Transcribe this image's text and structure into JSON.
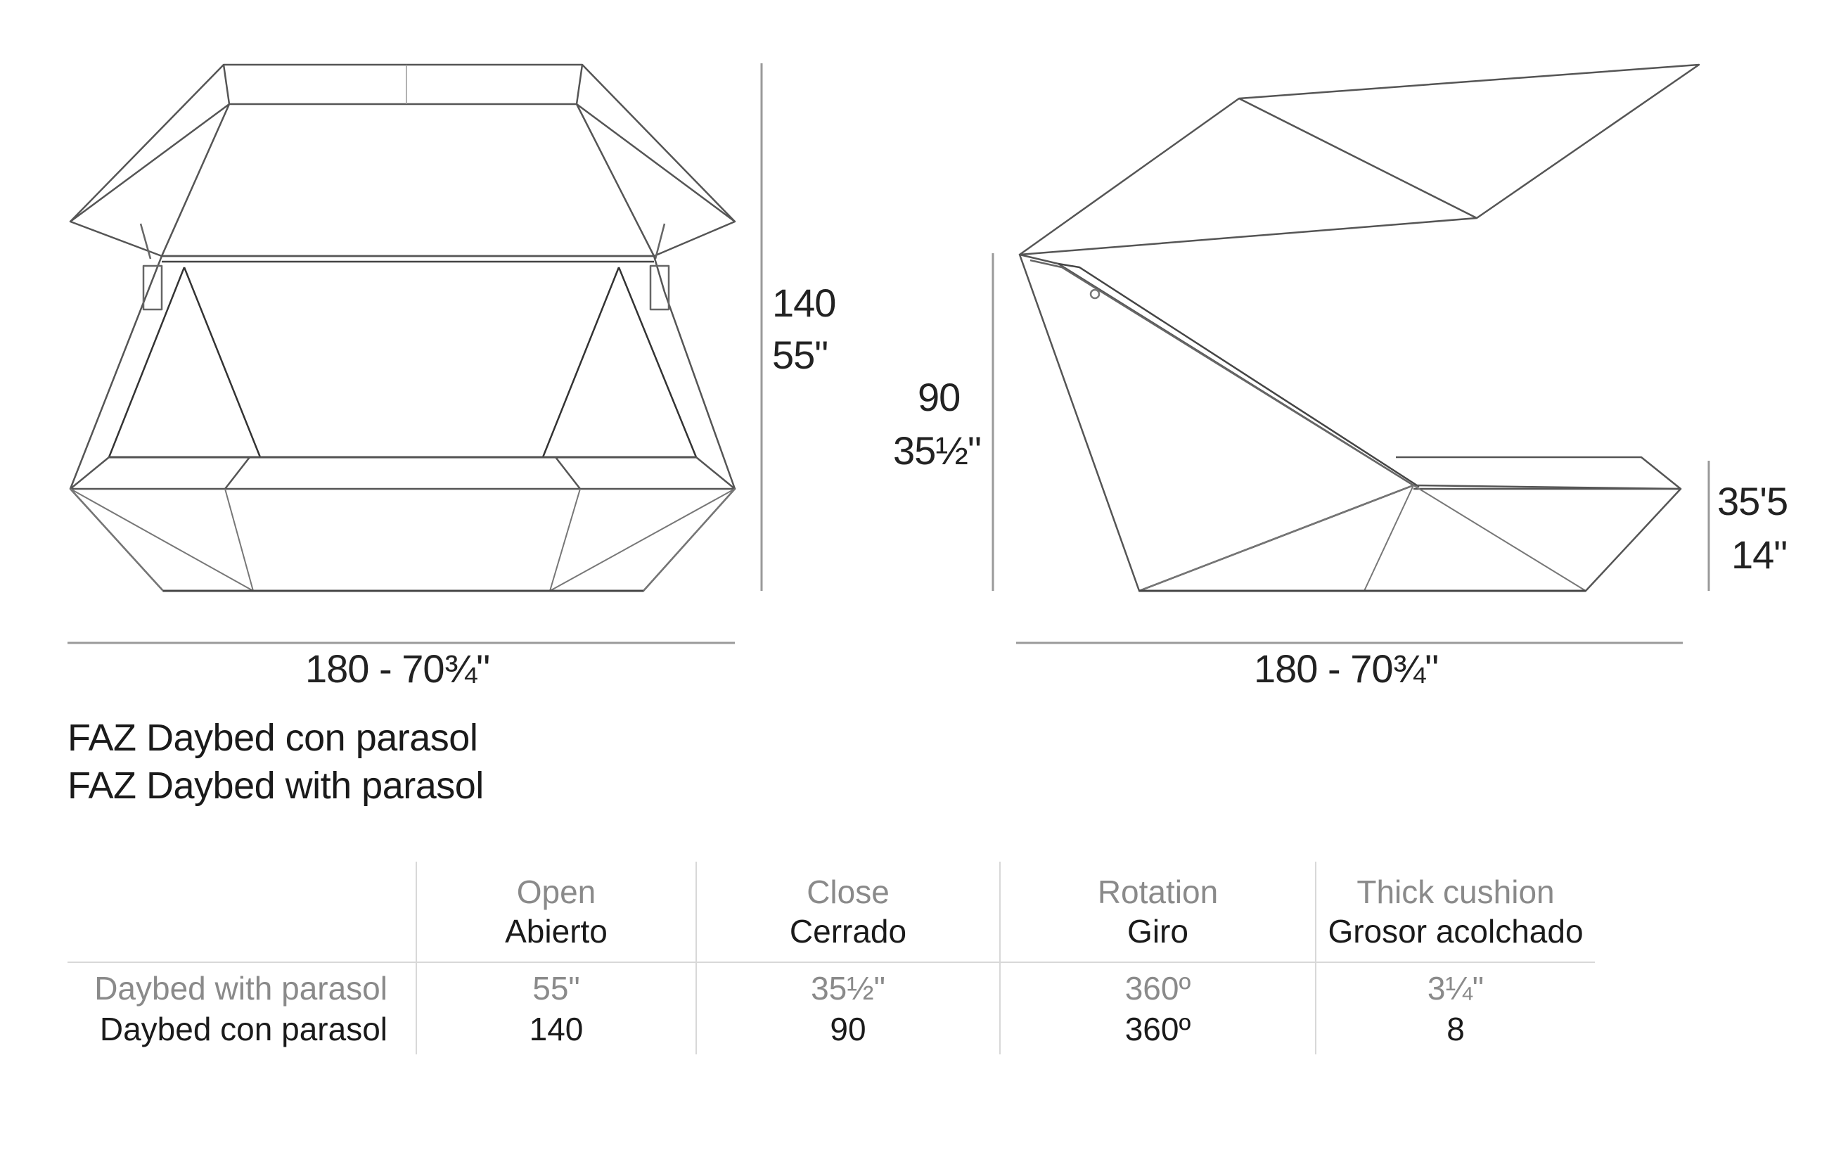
{
  "front_view": {
    "height_cm": "140",
    "height_in": "55\"",
    "width": "180 - 70¾\""
  },
  "side_view": {
    "height_cm": "90",
    "height_in": "35½\"",
    "seat_cm": "35'5",
    "seat_in": "14\"",
    "width": "180 - 70¾\""
  },
  "title": {
    "es": "FAZ Daybed con parasol",
    "en": "FAZ Daybed with parasol"
  },
  "table": {
    "headers": [
      {
        "en": "Open",
        "es": "Abierto"
      },
      {
        "en": "Close",
        "es": "Cerrado"
      },
      {
        "en": "Rotation",
        "es": "Giro"
      },
      {
        "en": "Thick cushion",
        "es": "Grosor acolchado"
      }
    ],
    "rows": [
      {
        "label_en": "Daybed with parasol",
        "label_es": "Daybed con parasol",
        "values_in": [
          "55\"",
          "35½\"",
          "360º",
          "3¼\""
        ],
        "values_cm": [
          "140",
          "90",
          "360º",
          "8"
        ]
      }
    ]
  },
  "colors": {
    "line": "#555555",
    "dim_line": "#9a9a9a",
    "grid": "#d8d8d8",
    "light_text": "#8a8a8a"
  }
}
